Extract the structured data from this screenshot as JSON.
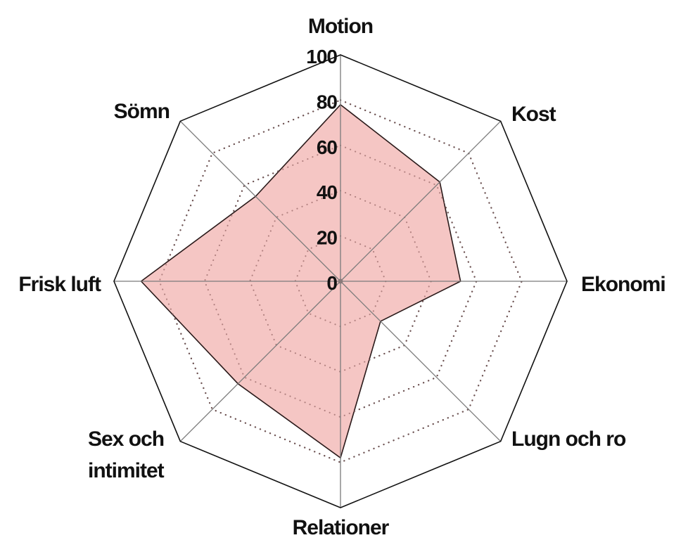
{
  "chart_data": {
    "type": "radar",
    "title": "",
    "categories": [
      "Motion",
      "Kost",
      "Ekonomi",
      "Lugn och ro",
      "Relationer",
      "Sex och intimitet",
      "Frisk luft",
      "Sömn"
    ],
    "category_label_lines": [
      [
        "Motion"
      ],
      [
        "Kost"
      ],
      [
        "Ekonomi"
      ],
      [
        "Lugn och ro"
      ],
      [
        "Relationer"
      ],
      [
        "Sex och",
        "intimitet"
      ],
      [
        "Frisk luft"
      ],
      [
        "Sömn"
      ]
    ],
    "series": [
      {
        "name": "",
        "values": [
          78,
          62,
          53,
          25,
          78,
          64,
          88,
          53
        ],
        "fill": "#f4c1bf",
        "stroke": "#2a1a1a"
      }
    ],
    "rlim": [
      0,
      100
    ],
    "ticks": [
      0,
      20,
      40,
      60,
      80,
      100
    ],
    "tick_labels": [
      "0",
      "20",
      "40",
      "60",
      "80",
      "100"
    ],
    "grid": "dotted",
    "legend": "none"
  },
  "colors": {
    "fill": "#f4c1bf",
    "outline": "#2a1a1a",
    "grid_outer": "#111111",
    "grid_inner": "#222222",
    "spoke": "#7a7a7a"
  }
}
